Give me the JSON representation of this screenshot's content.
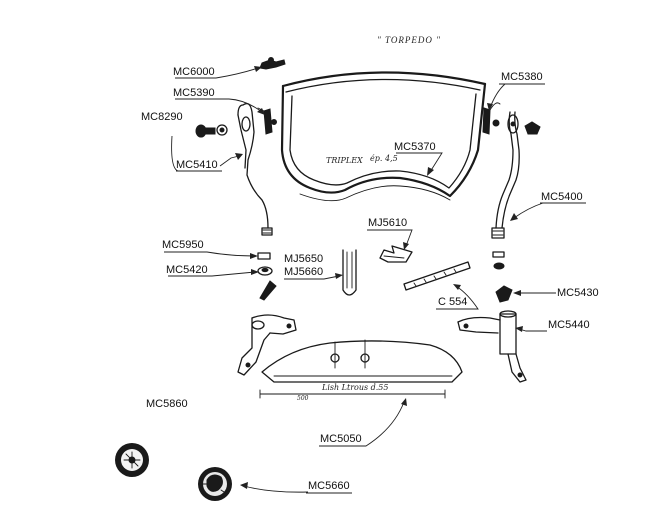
{
  "title": "\" TORPEDO \"",
  "windshield_text": {
    "glass": "TRIPLEX",
    "thickness": "ép. 4,5",
    "apron_text": "Lish  Ltrous d.55",
    "apron_small": "500"
  },
  "labels": {
    "mc6000": "MC6000",
    "mc5390": "MC5390",
    "mc8290": "MC8290",
    "mc5410": "MC5410",
    "mc5370": "MC5370",
    "mc5380": "MC5380",
    "mc5400": "MC5400",
    "mj5610": "MJ5610",
    "mc5950": "MC5950",
    "mc5420": "MC5420",
    "mj5650": "MJ5650",
    "mj5660": "MJ5660",
    "c554": "C  554",
    "mc5430": "MC5430",
    "mc5440": "MC5440",
    "mc5860": "MC5860",
    "mc5050": "MC5050",
    "mc5660": "MC5660"
  }
}
